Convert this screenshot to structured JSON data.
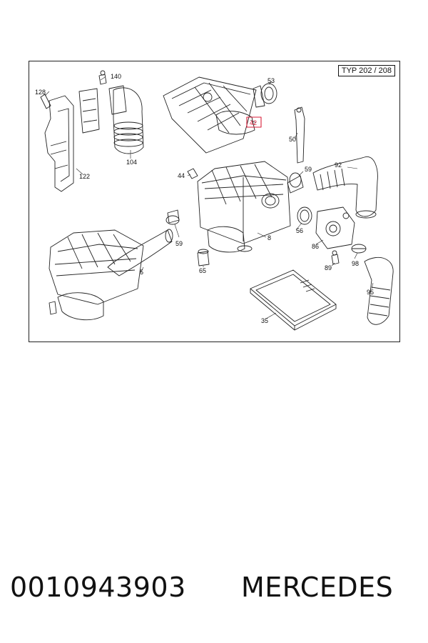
{
  "diagram": {
    "variant_label": "TYP 202 / 208",
    "callouts": [
      {
        "id": "c140",
        "label": "140"
      },
      {
        "id": "c128",
        "label": "128"
      },
      {
        "id": "c122",
        "label": "122"
      },
      {
        "id": "c104",
        "label": "104"
      },
      {
        "id": "c53",
        "label": "53"
      },
      {
        "id": "c42",
        "label": "42",
        "highlighted": true
      },
      {
        "id": "c50",
        "label": "50"
      },
      {
        "id": "c44",
        "label": "44"
      },
      {
        "id": "c59a",
        "label": "59"
      },
      {
        "id": "c92",
        "label": "92"
      },
      {
        "id": "c56",
        "label": "56"
      },
      {
        "id": "c8",
        "label": "8"
      },
      {
        "id": "c59b",
        "label": "59"
      },
      {
        "id": "c65",
        "label": "65"
      },
      {
        "id": "c5",
        "label": "5"
      },
      {
        "id": "c86",
        "label": "86"
      },
      {
        "id": "c98",
        "label": "98"
      },
      {
        "id": "c89",
        "label": "89"
      },
      {
        "id": "c95",
        "label": "95"
      },
      {
        "id": "c35",
        "label": "35"
      }
    ],
    "highlight_color": "#d81e3a"
  },
  "caption": {
    "part_number": "0010943903",
    "brand": "MERCEDES"
  }
}
